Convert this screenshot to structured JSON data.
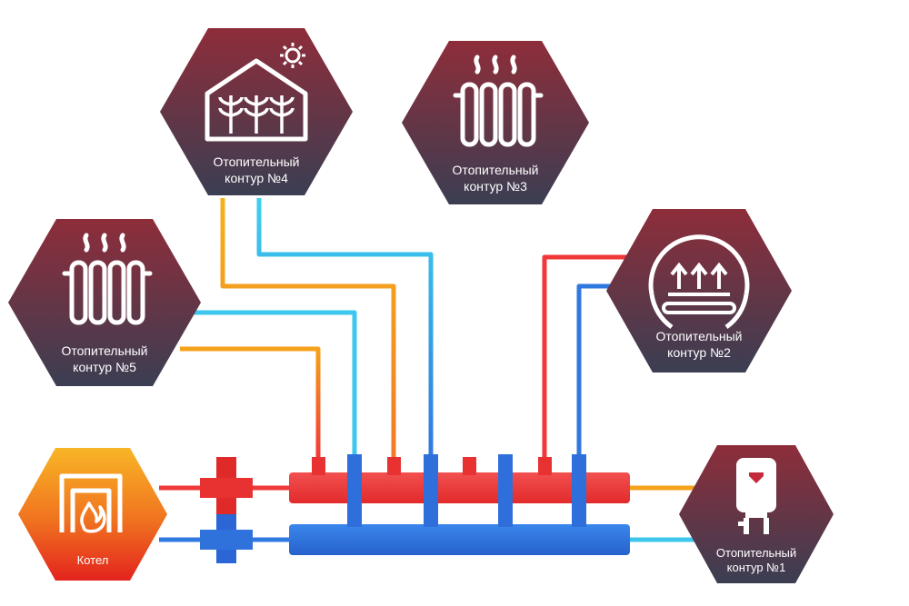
{
  "boiler": {
    "label": "Котел",
    "icon": "boiler-flame-icon"
  },
  "circuits": [
    {
      "id": 1,
      "line1": "Отопительный",
      "line2": "контур  №1",
      "icon": "water-heater-icon"
    },
    {
      "id": 2,
      "line1": "Отопительный",
      "line2": "контур  №2",
      "icon": "underfloor-heating-icon"
    },
    {
      "id": 3,
      "line1": "Отопительный",
      "line2": "контур  №3",
      "icon": "radiator-icon"
    },
    {
      "id": 4,
      "line1": "Отопительный",
      "line2": "контур  №4",
      "icon": "greenhouse-icon"
    },
    {
      "id": 5,
      "line1": "Отопительный",
      "line2": "контур  №5",
      "icon": "radiator-icon"
    }
  ],
  "colors": {
    "hex_top": "#8a2f3d",
    "hex_bottom": "#3c3f52",
    "boiler_top": "#f7b224",
    "boiler_bottom": "#e2261f",
    "supply_hot": "#f03838",
    "supply_warm": "#f5a21c",
    "return_cold": "#2f78e0",
    "return_light": "#3ec7ee"
  }
}
